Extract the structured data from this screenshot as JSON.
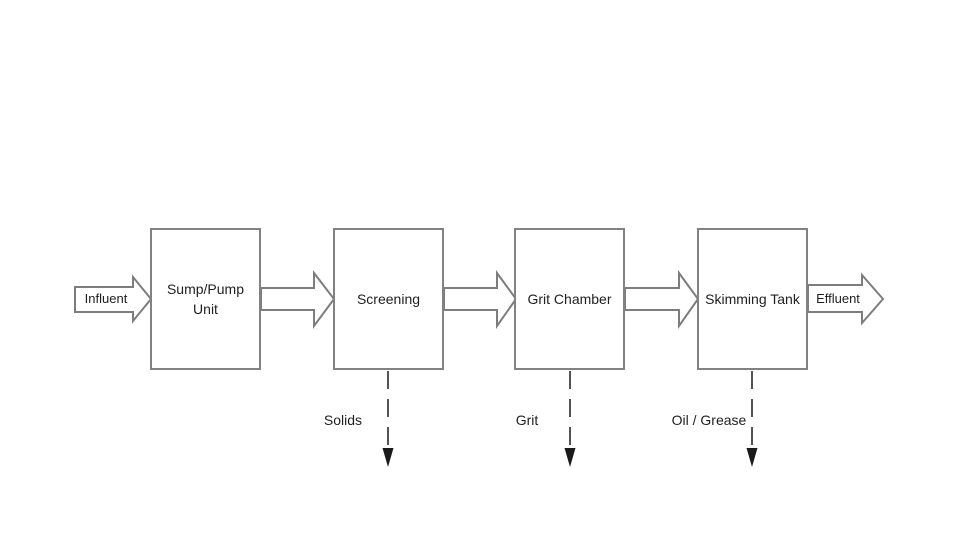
{
  "diagram": {
    "type": "process-flow",
    "background_color": "#ffffff",
    "box_border_color": "#828282",
    "block_arrow_stroke_color": "#7d7d7d",
    "dashed_arrow_color": "#1a1a1a",
    "text_color": "#1f1f1f",
    "influent_label": "Influent",
    "effluent_label": "Effluent",
    "boxes": [
      {
        "label": "Sump/Pump Unit"
      },
      {
        "label": "Screening"
      },
      {
        "label": "Grit Chamber"
      },
      {
        "label": "Skimming Tank"
      }
    ],
    "byproducts": [
      {
        "label": "Solids"
      },
      {
        "label": "Grit"
      },
      {
        "label": "Oil / Grease"
      }
    ]
  }
}
